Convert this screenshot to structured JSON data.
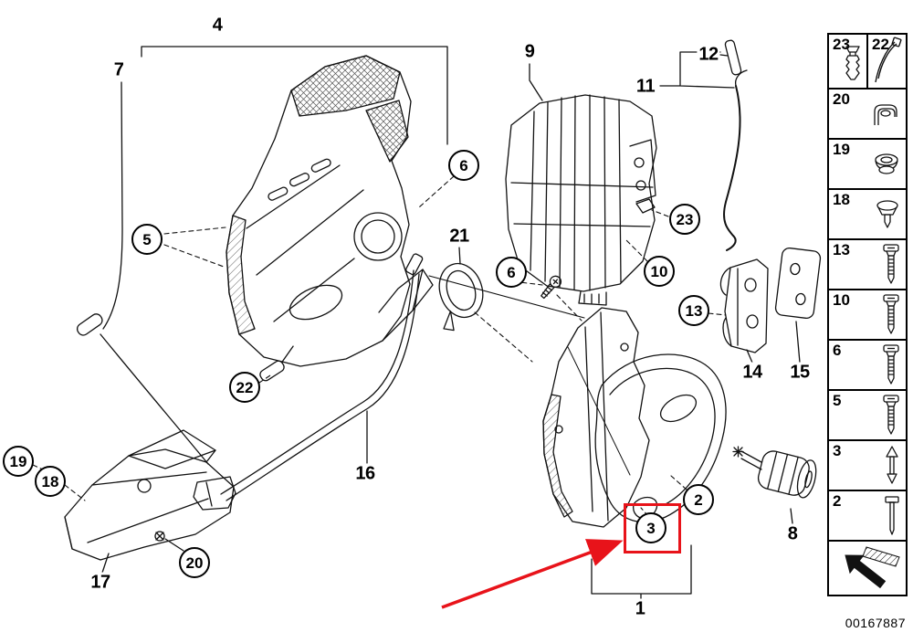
{
  "diagram": {
    "circled_callouts": [
      {
        "label": "5"
      },
      {
        "label": "6"
      },
      {
        "label": "6"
      },
      {
        "label": "10"
      },
      {
        "label": "23"
      },
      {
        "label": "13"
      },
      {
        "label": "22"
      },
      {
        "label": "19"
      },
      {
        "label": "18"
      },
      {
        "label": "20"
      },
      {
        "label": "2"
      },
      {
        "label": "3"
      }
    ],
    "plain_labels": [
      {
        "label": "4"
      },
      {
        "label": "7"
      },
      {
        "label": "9"
      },
      {
        "label": "12"
      },
      {
        "label": "11"
      },
      {
        "label": "21"
      },
      {
        "label": "14"
      },
      {
        "label": "15"
      },
      {
        "label": "16"
      },
      {
        "label": "17"
      },
      {
        "label": "8"
      },
      {
        "label": "1"
      }
    ],
    "highlight": {
      "target_label": "3",
      "color": "#e8131a"
    }
  },
  "sidebar": {
    "cells": [
      {
        "label": "23",
        "icon": "expansion-rivet-icon"
      },
      {
        "label": "22",
        "icon": "cable-tie-icon"
      },
      {
        "label": "20",
        "icon": "clip-nut-icon"
      },
      {
        "label": "19",
        "icon": "grommet-icon"
      },
      {
        "label": "18",
        "icon": "rivet-icon"
      },
      {
        "label": "13",
        "icon": "screw-icon"
      },
      {
        "label": "10",
        "icon": "screw-icon"
      },
      {
        "label": "6",
        "icon": "screw-icon"
      },
      {
        "label": "5",
        "icon": "screw-icon"
      },
      {
        "label": "3",
        "icon": "pin-icon"
      },
      {
        "label": "2",
        "icon": "bolt-icon"
      }
    ],
    "footer_icon": "direction-arrow-icon"
  },
  "footer": {
    "part_number": "00167887"
  }
}
